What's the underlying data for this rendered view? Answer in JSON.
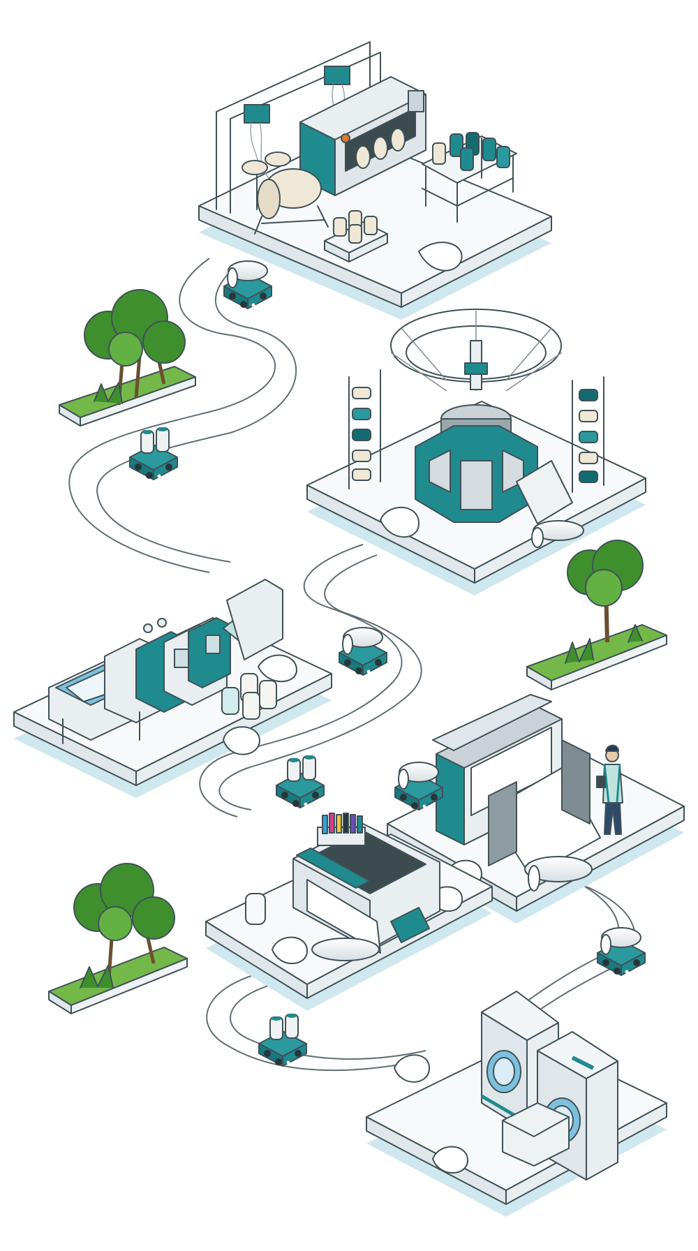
{
  "palette": {
    "teal": "#1f8b8f",
    "teal_dark": "#136b70",
    "machine_light": "#e9eef0",
    "machine_mid": "#c9d3d7",
    "platform_top": "#f7f9fa",
    "platform_side": "#dfe7ea",
    "shadow": "#cfe7ee",
    "path": "#5f6f75",
    "foliage": "#3f8f2e",
    "foliage_light": "#63b043",
    "grass": "#74b84a",
    "trunk": "#6a5030",
    "yarn_cream": "#efe8d6",
    "stroke": "#3f5157"
  },
  "scene": {
    "stations": [
      {
        "id": "spinning",
        "icon": "spinning-machine-icon"
      },
      {
        "id": "circular-knitting",
        "icon": "circular-knitting-machine-icon"
      },
      {
        "id": "dyeing",
        "icon": "dyeing-line-icon"
      },
      {
        "id": "fabric-inspection",
        "icon": "fabric-rolling-machine-icon"
      },
      {
        "id": "printing",
        "icon": "textile-printer-icon"
      },
      {
        "id": "laundry",
        "icon": "washing-machines-icon"
      }
    ],
    "robots": [
      {
        "cargo": "fabric-roll"
      },
      {
        "cargo": "yarn-spools"
      },
      {
        "cargo": "fabric-roll"
      },
      {
        "cargo": "yarn-spools"
      },
      {
        "cargo": "fabric-roll"
      },
      {
        "cargo": "fabric-roll"
      },
      {
        "cargo": "yarn-spools"
      }
    ],
    "trees": 3,
    "worker": {
      "icon": "worker-with-tablet-icon"
    }
  }
}
